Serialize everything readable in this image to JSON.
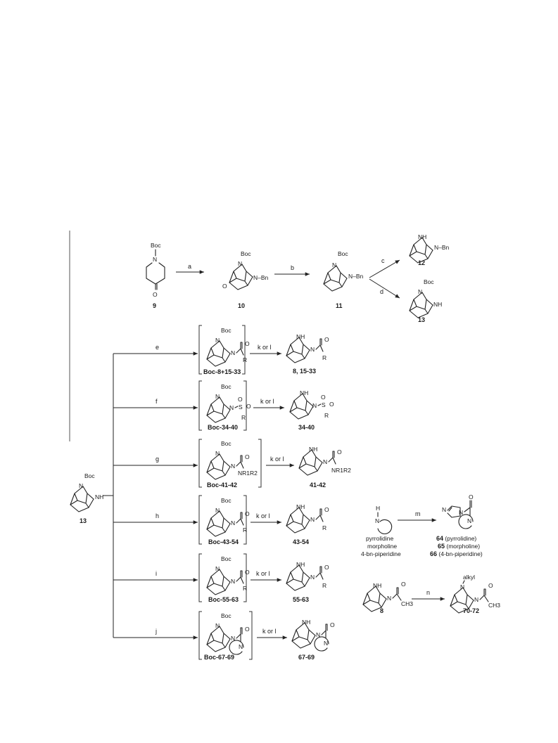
{
  "top_row": {
    "compounds": {
      "c9": {
        "number": "9",
        "boc": "Boc",
        "carbonyl_o": "O"
      },
      "c10": {
        "number": "10",
        "boc": "Boc",
        "nbn": "N–Bn",
        "carbonyl_o": "O"
      },
      "c11": {
        "number": "11",
        "boc": "Boc",
        "nbn": "N–Bn"
      },
      "c12": {
        "number": "12",
        "nh": "NH",
        "nbn": "N–Bn"
      },
      "c13": {
        "number": "13",
        "boc": "Boc",
        "nh": "NH"
      }
    },
    "arrows": {
      "a": "a",
      "b": "b",
      "c": "c",
      "d": "d"
    }
  },
  "start": {
    "number": "13",
    "boc": "Boc",
    "nh": "NH"
  },
  "branches": [
    {
      "reagent": "e",
      "deprotect": "k or l",
      "intermediate": "Boc-8+15-33",
      "product": "8, 15-33",
      "group": "R"
    },
    {
      "reagent": "f",
      "deprotect": "k or l",
      "intermediate": "Boc-34-40",
      "product": "34-40",
      "group": "R"
    },
    {
      "reagent": "g",
      "deprotect": "k or l",
      "intermediate": "Boc-41-42",
      "product": "41-42",
      "group": "NR1R2"
    },
    {
      "reagent": "h",
      "deprotect": "k or l",
      "intermediate": "Boc-43-54",
      "product": "43-54",
      "group": "R"
    },
    {
      "reagent": "i",
      "deprotect": "k or l",
      "intermediate": "Boc-55-63",
      "product": "55-63",
      "group": "R"
    },
    {
      "reagent": "j",
      "deprotect": "k or l",
      "intermediate": "Boc-67-69",
      "product": "67-69",
      "group": ""
    }
  ],
  "common_labels": {
    "boc": "Boc",
    "nh": "NH",
    "n": "N",
    "o": "O",
    "s": "S",
    "alkyl": "alkyl",
    "ch3": "CH3",
    "h": "H",
    "r": "R"
  },
  "side_scheme_m": {
    "reagent": "m",
    "amines": [
      "pyrrolidine",
      "morpholine",
      "4-bn-piperidine"
    ],
    "products": [
      {
        "number": "64",
        "name": "(pyrrolidine)"
      },
      {
        "number": "65",
        "name": "(morpholine)"
      },
      {
        "number": "66",
        "name": "(4-bn-piperidine)"
      }
    ]
  },
  "side_scheme_n": {
    "reagent": "n",
    "start": "8",
    "product": "70-72"
  }
}
